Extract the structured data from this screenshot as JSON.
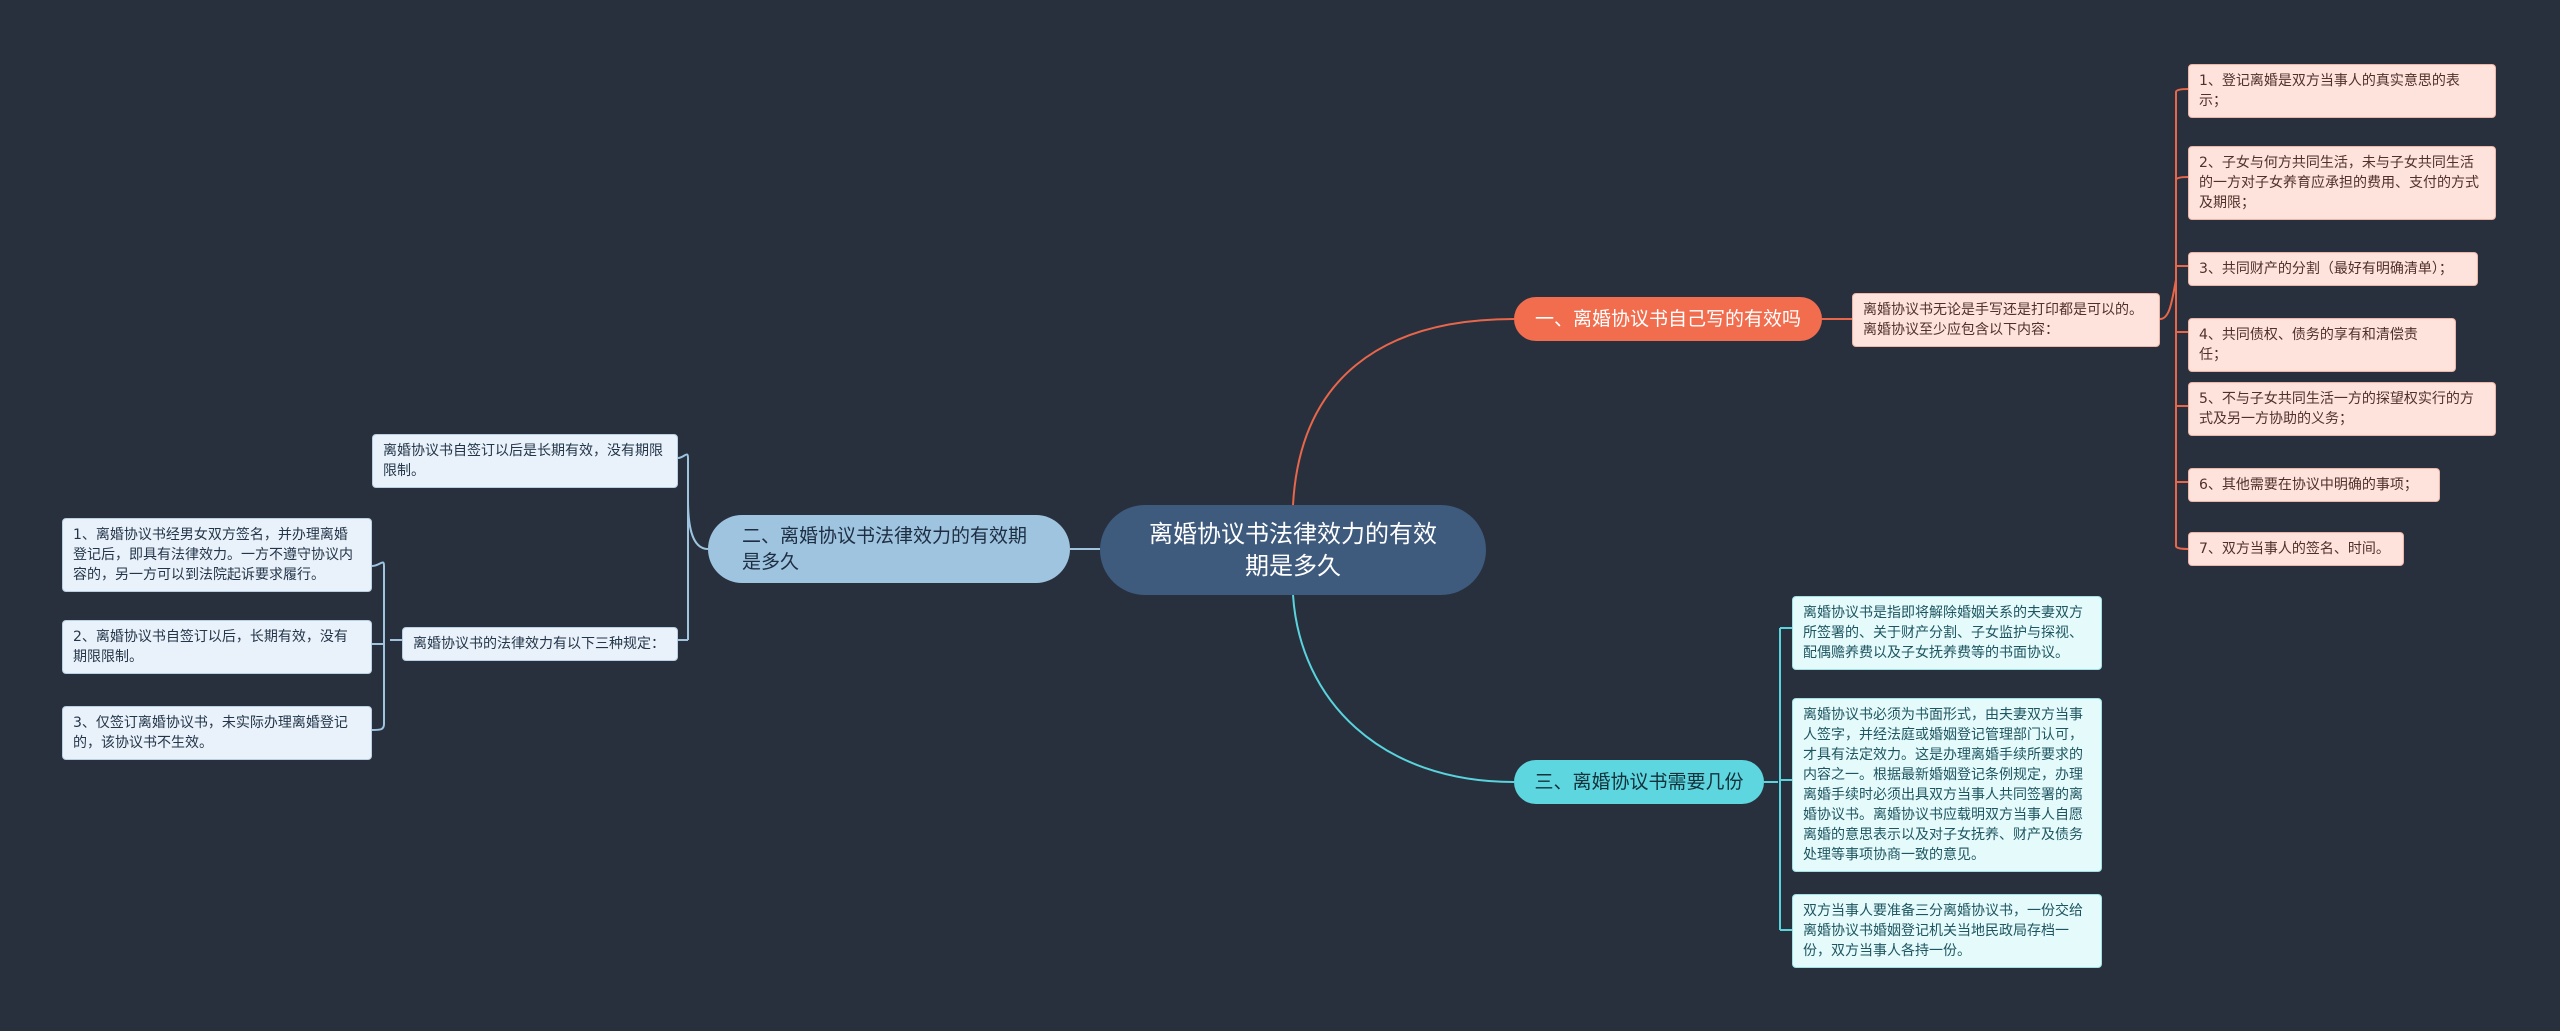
{
  "root": {
    "title": "离婚协议书法律效力的有效期是多久"
  },
  "branches": [
    {
      "title": "一、离婚协议书自己写的有效吗",
      "sub": "离婚协议书无论是手写还是打印都是可以的。离婚协议至少应包含以下内容：",
      "items": [
        "1、登记离婚是双方当事人的真实意思的表示；",
        "2、子女与何方共同生活，未与子女共同生活的一方对子女养育应承担的费用、支付的方式及期限；",
        "3、共同财产的分割（最好有明确清单）；",
        "4、共同债权、债务的享有和清偿责任；",
        "5、不与子女共同生活一方的探望权实行的方式及另一方协助的义务；",
        "6、其他需要在协议中明确的事项；",
        "7、双方当事人的签名、时间。"
      ]
    },
    {
      "title": "二、离婚协议书法律效力的有效期是多久",
      "sub_top": "离婚协议书自签订以后是长期有效，没有期限限制。",
      "sub": "离婚协议书的法律效力有以下三种规定：",
      "items": [
        "1、离婚协议书经男女双方签名，并办理离婚登记后，即具有法律效力。一方不遵守协议内容的，另一方可以到法院起诉要求履行。",
        "2、离婚协议书自签订以后，长期有效，没有期限限制。",
        "3、仅签订离婚协议书，未实际办理离婚登记的，该协议书不生效。"
      ]
    },
    {
      "title": "三、离婚协议书需要几份",
      "items": [
        "离婚协议书是指即将解除婚姻关系的夫妻双方所签署的、关于财产分割、子女监护与探视、配偶赡养费以及子女抚养费等的书面协议。",
        "离婚协议书必须为书面形式，由夫妻双方当事人签字，并经法庭或婚姻登记管理部门认可，才具有法定效力。这是办理离婚手续所要求的内容之一。根据最新婚姻登记条例规定，办理离婚手续时必须出具双方当事人共同签署的离婚协议书。离婚协议书应载明双方当事人自愿离婚的意思表示以及对子女抚养、财产及债务处理等事项协商一致的意见。",
        "双方当事人要准备三分离婚协议书，一份交给离婚协议书婚姻登记机关当地民政局存档一份，双方当事人各持一份。"
      ]
    }
  ],
  "colors": {
    "background": "#28303e",
    "root": "#3e5a7d",
    "branch1": "#f26d4e",
    "branch2": "#9fc4e0",
    "branch3": "#5ed6df"
  }
}
